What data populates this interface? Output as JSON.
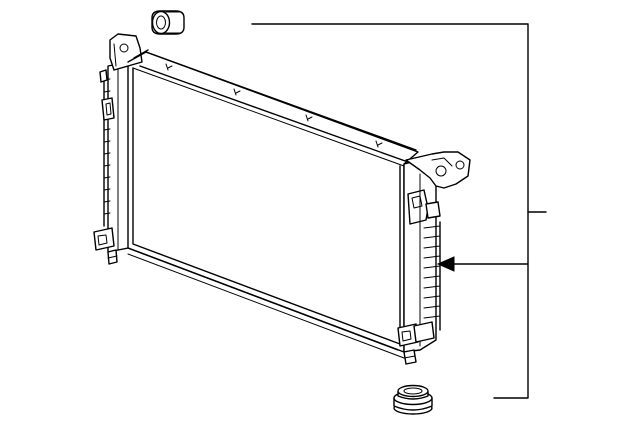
{
  "diagram": {
    "parts": [
      {
        "id": "radiator-assembly"
      },
      {
        "id": "upper-insulator"
      },
      {
        "id": "lower-insulator"
      }
    ],
    "callout": {
      "style": "bracket",
      "points_to": [
        "upper-insulator",
        "radiator-assembly",
        "lower-insulator"
      ]
    },
    "colors": {
      "line": "#000000",
      "background": "#ffffff"
    }
  }
}
